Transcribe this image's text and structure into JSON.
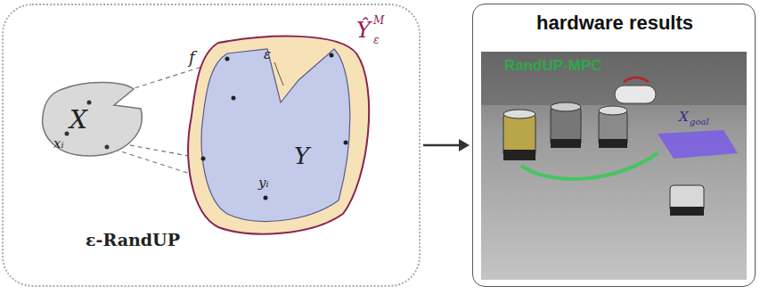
{
  "diagram": {
    "nodes": [
      {
        "text": [
          "ε-RandUP"
        ]
      },
      {
        "text": [
          "hardware results"
        ]
      }
    ],
    "edges": [
      {
        "from": 0,
        "to": 1,
        "arrow": "to"
      }
    ],
    "labels": [
      "f",
      "X",
      "xᵢ",
      "Y",
      "yᵢ",
      "ε",
      "Ŷ",
      "M",
      "ε",
      "RandUP-MPC",
      "X",
      "goal"
    ]
  }
}
